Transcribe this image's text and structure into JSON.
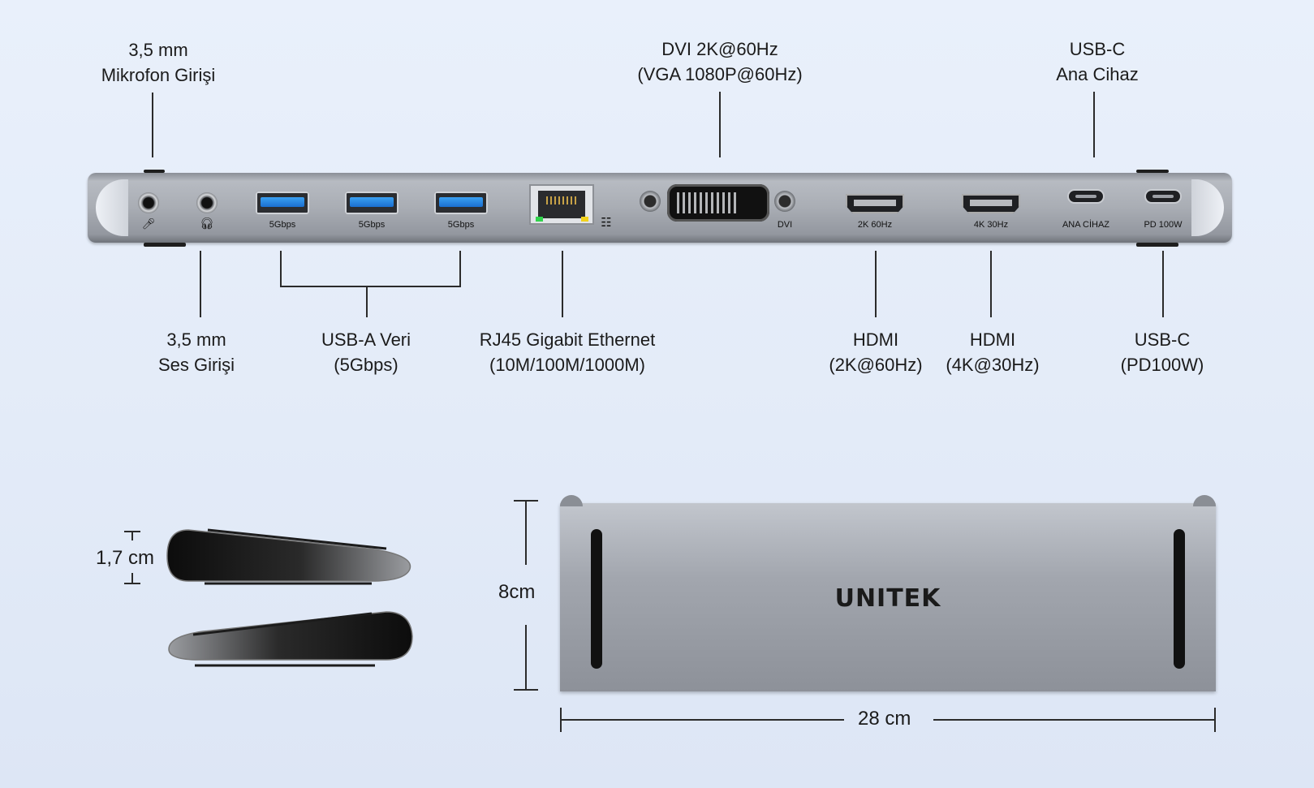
{
  "top_labels": {
    "mic": [
      "3,5 mm",
      "Mikrofon Girişi"
    ],
    "dvi": [
      "DVI 2K@60Hz",
      "(VGA 1080P@60Hz)"
    ],
    "usbc_host": [
      "USB-C",
      "Ana Cihaz"
    ]
  },
  "bottom_labels": {
    "audio": [
      "3,5 mm",
      "Ses Girişi"
    ],
    "usba": [
      "USB-A Veri",
      "(5Gbps)"
    ],
    "rj45": [
      "RJ45 Gigabit Ethernet",
      "(10M/100M/1000M)"
    ],
    "hdmi1": [
      "HDMI",
      "(2K@60Hz)"
    ],
    "hdmi2": [
      "HDMI",
      "(4K@30Hz)"
    ],
    "usbc_pd": [
      "USB-C",
      "(PD100W)"
    ]
  },
  "port_text": {
    "usba1": "5Gbps",
    "usba2": "5Gbps",
    "usba3": "5Gbps",
    "dvi": "DVI",
    "hdmi1": "2K 60Hz",
    "hdmi2": "4K 30Hz",
    "usbc1": "ANA CİHAZ",
    "usbc2": "PD 100W"
  },
  "icons": {
    "mic": "microphone-icon",
    "headphone": "headphone-icon",
    "network": "network-icon"
  },
  "dimensions": {
    "thickness": "1,7 cm",
    "depth": "8cm",
    "width": "28 cm"
  },
  "brand": "UNITEK",
  "colors": {
    "usb_blue": "#1a6fd0",
    "led_green": "#31d44c",
    "led_yellow": "#f2d21b",
    "hub_gray": "#a9adb4"
  }
}
